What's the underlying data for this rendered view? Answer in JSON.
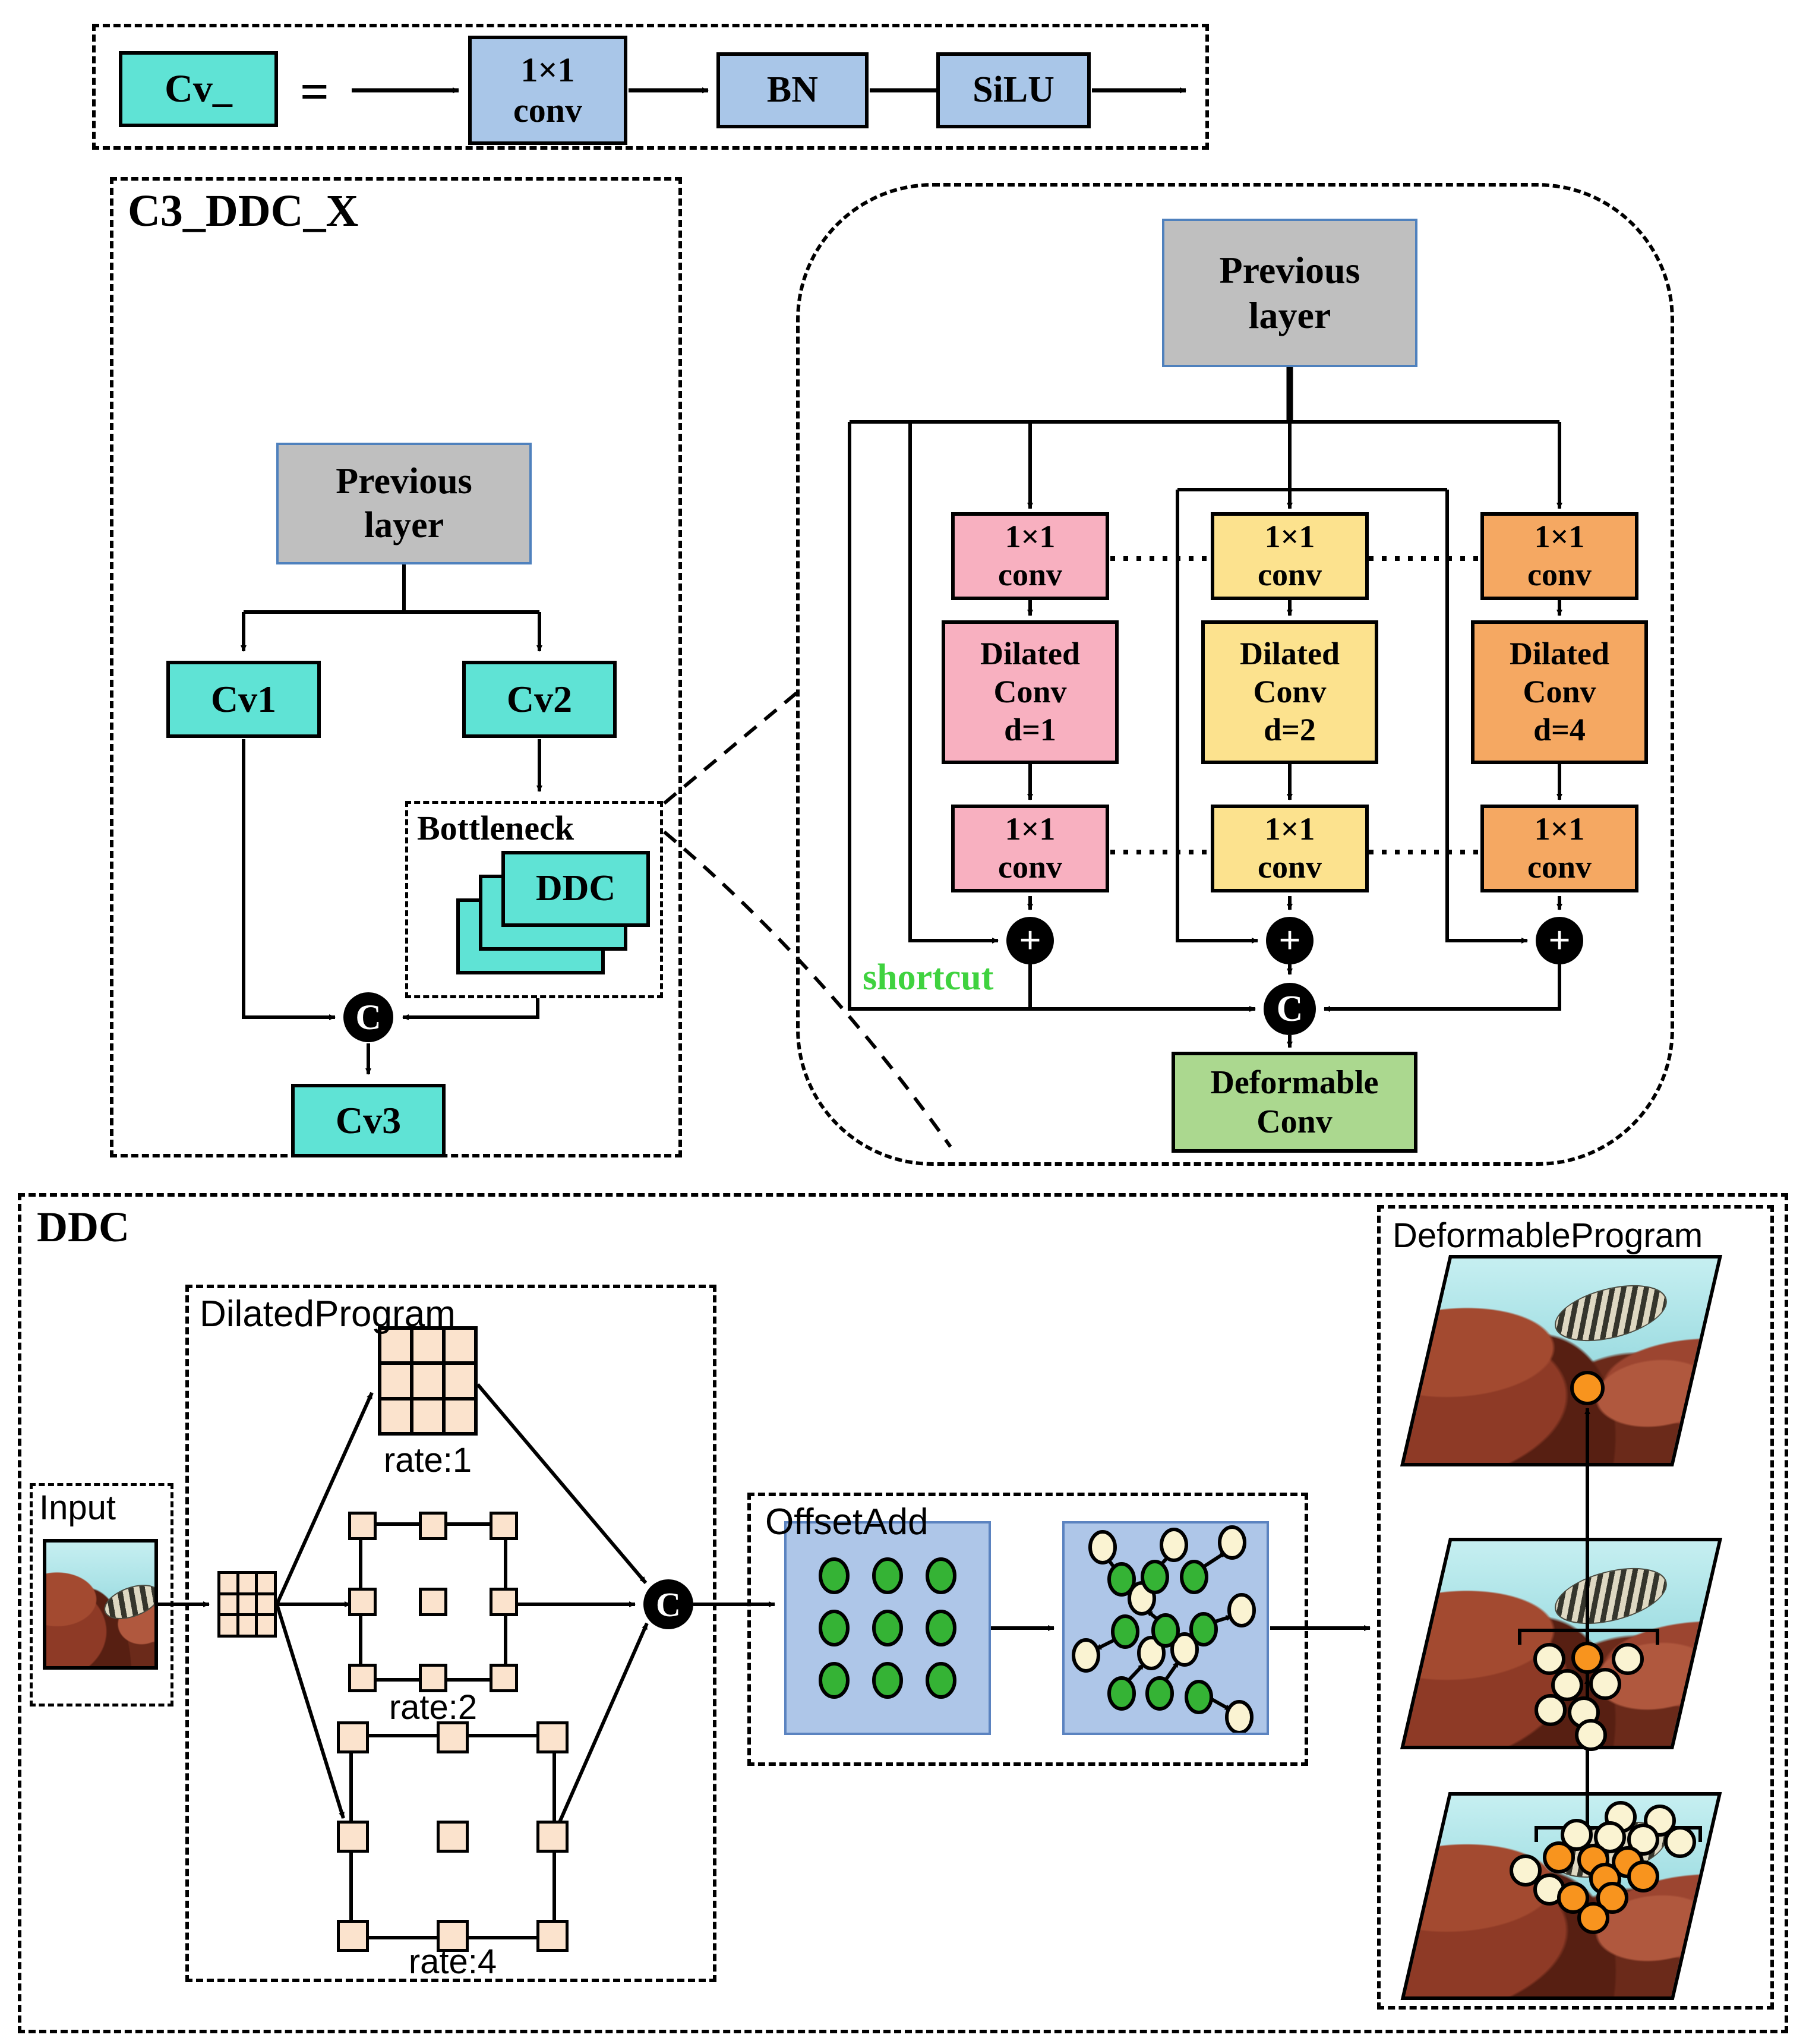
{
  "legend": {
    "cv": "Cv_",
    "eq": "=",
    "conv1": "1×1",
    "conv2": "conv",
    "bn": "BN",
    "silu": "SiLU"
  },
  "c3": {
    "title": "C3_DDC_X",
    "prev1": "Previous",
    "prev2": "layer",
    "cv1": "Cv1",
    "cv2": "Cv2",
    "bottleneck": "Bottleneck",
    "ddc": "DDC",
    "concat": "C",
    "cv3": "Cv3"
  },
  "exp": {
    "prev1": "Previous",
    "prev2": "layer",
    "shortcut": "shortcut",
    "concat": "C",
    "plus": "+",
    "deform1": "Deformable",
    "deform2": "Conv",
    "branches": [
      {
        "c1a": "1×1",
        "c1b": "conv",
        "d1": "Dilated",
        "d2": "Conv",
        "d3": "d=1",
        "c2a": "1×1",
        "c2b": "conv"
      },
      {
        "c1a": "1×1",
        "c1b": "conv",
        "d1": "Dilated",
        "d2": "Conv",
        "d3": "d=2",
        "c2a": "1×1",
        "c2b": "conv"
      },
      {
        "c1a": "1×1",
        "c1b": "conv",
        "d1": "Dilated",
        "d2": "Conv",
        "d3": "d=4",
        "c2a": "1×1",
        "c2b": "conv"
      }
    ]
  },
  "ddc": {
    "title": "DDC",
    "input": "Input",
    "dilated_program": "DilatedProgram",
    "rate1": "rate:1",
    "rate2": "rate:2",
    "rate4": "rate:4",
    "concat": "C",
    "offset_add": "OffsetAdd",
    "deformable_program": "DeformableProgram"
  },
  "colors": {
    "teal": "#5fe3d5",
    "blue": "#a9c6e8",
    "gray": "#bfbfbf",
    "pink": "#f8b0c0",
    "yellow": "#fce28e",
    "orange": "#f5a862",
    "green_box": "#abd88f",
    "shortcut_green": "#3fd23f",
    "panel_blue": "#aec6e8",
    "dot_green": "#35b335",
    "dot_cream": "#faf3d2",
    "dot_orange": "#f8941e",
    "cell_peach": "#fbe3cd"
  }
}
